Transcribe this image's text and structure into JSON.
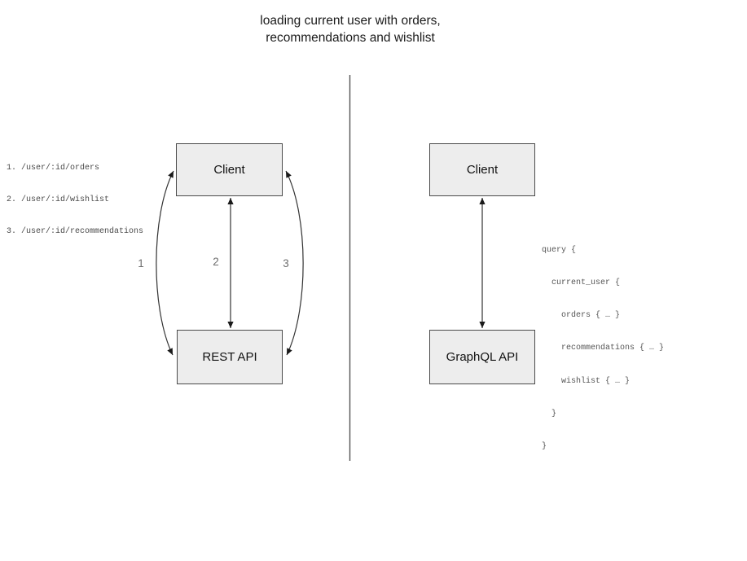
{
  "title": {
    "line1": "loading current user with orders,",
    "line2": "recommendations and wishlist"
  },
  "colors": {
    "box_fill": "#ededed",
    "box_border": "#4a4a4a",
    "arrow_line": "#333333",
    "arrow_label": "#6e6e6e",
    "code_text": "#4a4a4a",
    "divider": "#555555"
  },
  "rest_diagram": {
    "client_label": "Client",
    "api_label": "REST API",
    "endpoints": [
      "1. /user/:id/orders",
      "2. /user/:id/wishlist",
      "3. /user/:id/recommendations"
    ],
    "arrow_labels": [
      "1",
      "2",
      "3"
    ]
  },
  "graphql_diagram": {
    "client_label": "Client",
    "api_label": "GraphQL API",
    "query_lines": [
      "query {",
      "  current_user {",
      "    orders { … }",
      "    recommendations { … }",
      "    wishlist { … }",
      "  }",
      "}"
    ]
  }
}
